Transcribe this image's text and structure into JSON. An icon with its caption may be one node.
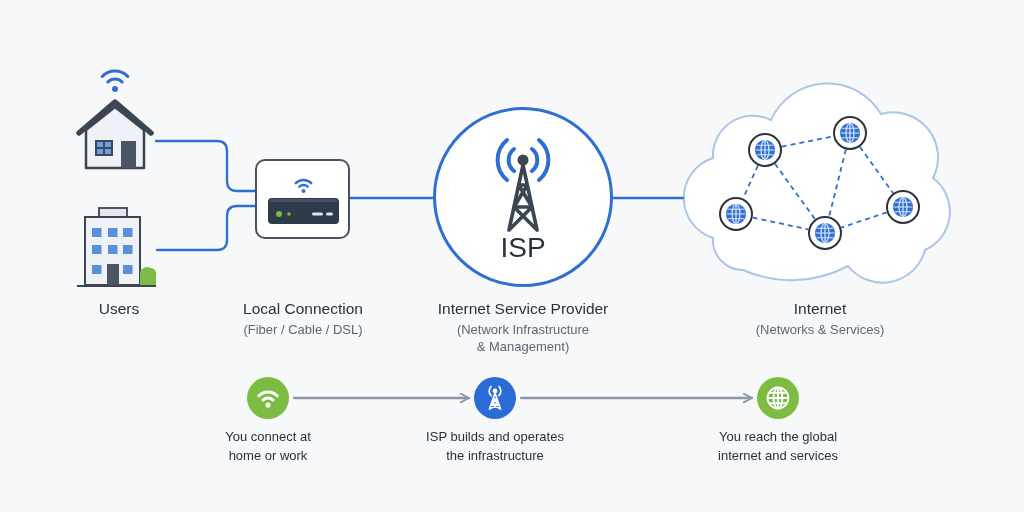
{
  "diagram": {
    "nodes": [
      {
        "text": [],
        "shape": "picture"
      },
      {
        "text": [],
        "shape": "picture"
      },
      {
        "text": [],
        "shape": "box",
        "beside": [
          "Local Connection",
          "(Fiber / Cable / DSL)"
        ]
      },
      {
        "text": [
          "ISP"
        ],
        "beside": [
          "Internet Service Provider",
          "(Network Infrastructure & Management)"
        ]
      },
      {
        "text": [],
        "shape": "cloud",
        "beside": [
          "Internet",
          "(Networks & Services)"
        ]
      },
      {
        "text": [],
        "shape": "circle",
        "in": 4
      },
      {
        "text": [],
        "shape": "circle",
        "in": 4
      },
      {
        "text": [],
        "shape": "circle",
        "in": 4
      },
      {
        "text": [],
        "shape": "circle",
        "in": 4
      },
      {
        "text": [],
        "shape": "circle",
        "in": 4
      },
      {
        "text": [],
        "shape": "circle",
        "beside": [
          "You connect at home or work"
        ]
      },
      {
        "text": [],
        "shape": "circle",
        "beside": [
          "ISP builds and operates the infrastructure"
        ]
      },
      {
        "text": [],
        "shape": "circle",
        "beside": [
          "You reach the global internet and services"
        ]
      }
    ],
    "edges": [
      {
        "from": 0,
        "to": 2,
        "arrow": "none"
      },
      {
        "from": 1,
        "to": 2,
        "arrow": "none"
      },
      {
        "from": 2,
        "to": 3,
        "arrow": "none"
      },
      {
        "from": 3,
        "to": 4,
        "arrow": "none"
      },
      {
        "from": 5,
        "to": 6,
        "arrow": "none",
        "style": "dashed"
      },
      {
        "from": 5,
        "to": 7,
        "arrow": "none",
        "style": "dashed"
      },
      {
        "from": 5,
        "to": 9,
        "arrow": "none",
        "style": "dashed"
      },
      {
        "from": 6,
        "to": 9,
        "arrow": "none",
        "style": "dashed"
      },
      {
        "from": 6,
        "to": 8,
        "arrow": "none",
        "style": "dashed"
      },
      {
        "from": 7,
        "to": 9,
        "arrow": "none",
        "style": "dashed"
      },
      {
        "from": 8,
        "to": 9,
        "arrow": "none",
        "style": "dashed"
      },
      {
        "from": 10,
        "to": 11,
        "arrow": "to",
        "color": "#8c96a8"
      },
      {
        "from": 11,
        "to": 12,
        "arrow": "to",
        "color": "#8c96a8"
      }
    ],
    "labels": [
      "Users"
    ]
  }
}
